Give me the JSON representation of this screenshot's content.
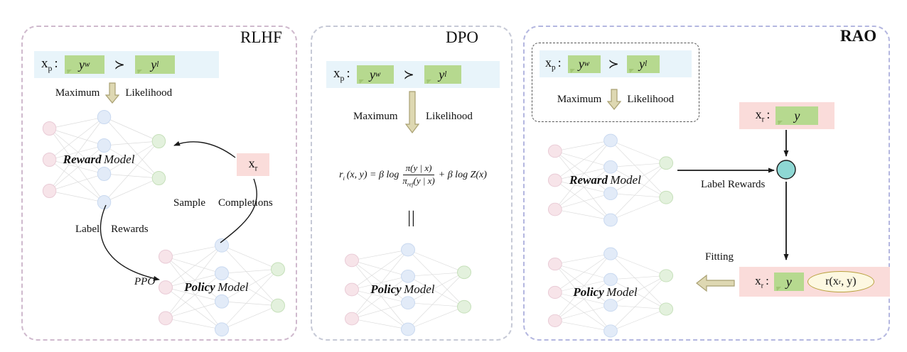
{
  "colors": {
    "panel1_border": "#cfb9cd",
    "panel2_border": "#c6c9d6",
    "panel3_border": "#b4b7e0",
    "pref_bg": "#e8f4fa",
    "tag_green": "#b6d98f",
    "tag_tail": "#a0c474",
    "box_pink": "#fadcda",
    "node_pink": "#f7e4e9",
    "node_pink_s": "#e9cbd6",
    "node_blue": "#e2ebf8",
    "node_blue_s": "#c9d9f0",
    "node_green": "#e3f1dd",
    "node_green_s": "#c6e0ba",
    "block_arrow": "#ded8b2",
    "block_arrow_s": "#a9a072",
    "teal": "#8ed7d3",
    "ellipse_bg": "#fdf8e1",
    "ellipse_s": "#b9a23f",
    "net_line": "#dcdcdc",
    "arrow": "#1a1a1a"
  },
  "shared": {
    "pref": {
      "x": "x",
      "x_sub": "p",
      "colon": ":",
      "y_w": "y",
      "w_sub": "w",
      "succ": "≻",
      "y_l": "y",
      "l_sub": "l"
    },
    "ml": {
      "left": "Maximum",
      "right": "Likelihood"
    },
    "reward_label": {
      "bold": "Reward",
      "rest": "Model"
    },
    "policy_label": {
      "bold": "Policy",
      "rest": "Model"
    },
    "xr": {
      "x": "x",
      "sub": "r",
      "colon": ":"
    }
  },
  "rlhf": {
    "title": "RLHF",
    "sample": "Sample",
    "completions": "Completions",
    "label": "Label",
    "rewards": "Rewards",
    "ppo": "PPO"
  },
  "dpo": {
    "title": "DPO",
    "formula": {
      "r": "r",
      "r_sub": "i",
      "mid": "(x, y) = β log",
      "num": "π(y | x)",
      "den_pi": "π",
      "den_sub": "ref",
      "den_rest": "(y | x)",
      "tail": "+ β log Z(x)"
    },
    "equiv": "||"
  },
  "rao": {
    "title": "RAO",
    "y": "y",
    "label_rewards": "Label Rewards",
    "fitting": "Fitting",
    "ellipse": {
      "a": "r(x",
      "sub": "r",
      "b": ", y)"
    }
  }
}
